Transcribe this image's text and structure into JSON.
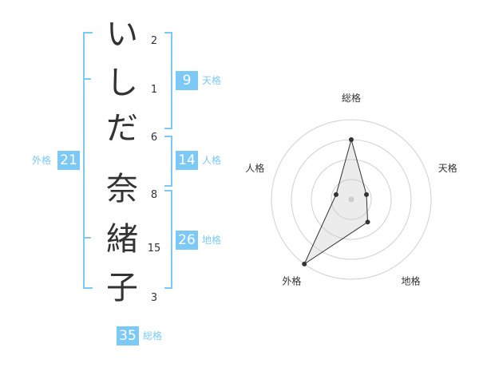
{
  "name": {
    "chars": [
      {
        "char": "い",
        "strokes": "2"
      },
      {
        "char": "し",
        "strokes": "1"
      },
      {
        "char": "だ",
        "strokes": "6"
      },
      {
        "char": "奈",
        "strokes": "8"
      },
      {
        "char": "緒",
        "strokes": "15"
      },
      {
        "char": "子",
        "strokes": "3"
      }
    ]
  },
  "fortune": {
    "tenkaku": {
      "value": "9",
      "label": "天格"
    },
    "jinkaku": {
      "value": "14",
      "label": "人格"
    },
    "chikaku": {
      "value": "26",
      "label": "地格"
    },
    "gaikaku": {
      "value": "21",
      "label": "外格"
    },
    "soukaku": {
      "value": "35",
      "label": "総格"
    }
  },
  "radar": {
    "axes": [
      "総格",
      "天格",
      "地格",
      "外格",
      "人格"
    ],
    "values": [
      0.75,
      0.2,
      0.35,
      1.0,
      0.2
    ],
    "rings": 4
  },
  "colors": {
    "accent": "#7cc9f5",
    "text": "#333333"
  }
}
